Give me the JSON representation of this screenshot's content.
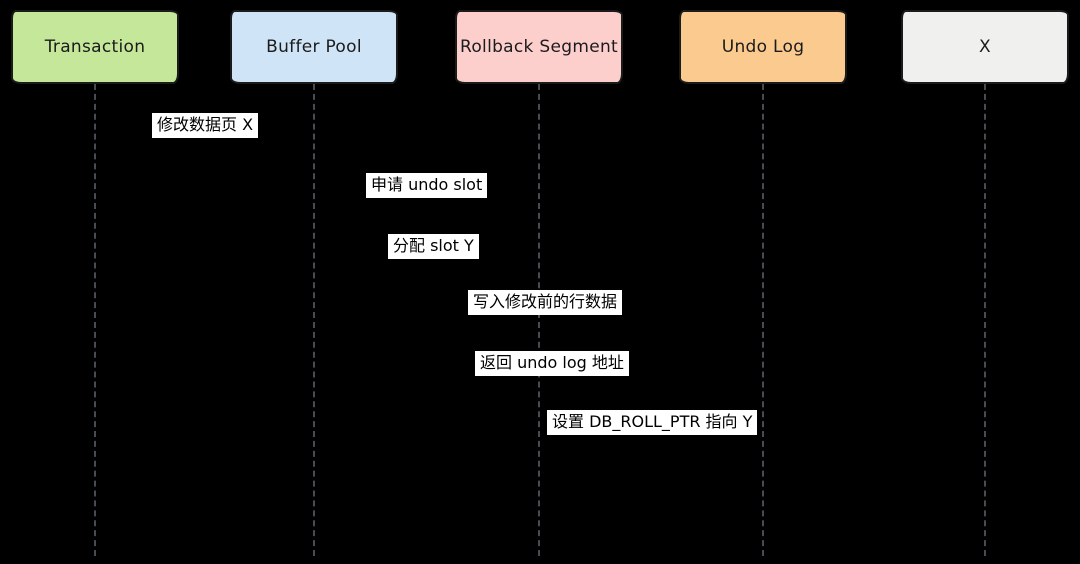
{
  "diagram": {
    "type": "sequence-diagram",
    "background_color": "#000000",
    "lifeline_color": "#474b52",
    "box_border_color": "#1b1b1b",
    "message_label_bg": "#ffffff",
    "message_label_color": "#000000",
    "actors": [
      {
        "label": "Transaction",
        "fill": "#c5e79a"
      },
      {
        "label": "Buffer Pool",
        "fill": "#d0e4f7"
      },
      {
        "label": "Rollback Segment",
        "fill": "#fccfcd"
      },
      {
        "label": "Undo Log",
        "fill": "#fbca8e"
      },
      {
        "label": "X",
        "fill": "#f0f0ee"
      }
    ],
    "messages": [
      {
        "label": "修改数据页 X"
      },
      {
        "label": "申请 undo slot"
      },
      {
        "label": "分配 slot Y"
      },
      {
        "label": "写入修改前的行数据"
      },
      {
        "label": "返回 undo log 地址"
      },
      {
        "label": "设置 DB_ROLL_PTR 指向 Y"
      }
    ]
  }
}
